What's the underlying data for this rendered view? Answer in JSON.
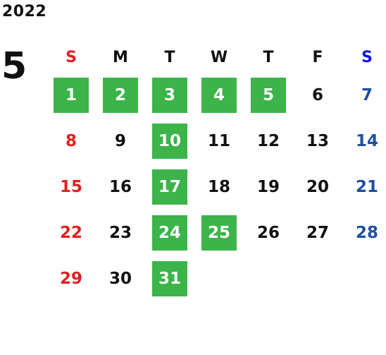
{
  "calendar": {
    "year": "2022",
    "month": "5",
    "highlight_color": "#3cb44a",
    "sunday_color": "#e02020",
    "saturday_color": "#1f4fa0",
    "weekdays": [
      "S",
      "M",
      "T",
      "W",
      "T",
      "F",
      "S"
    ],
    "weeks": [
      [
        "1",
        "2",
        "3",
        "4",
        "5",
        "6",
        "7"
      ],
      [
        "8",
        "9",
        "10",
        "11",
        "12",
        "13",
        "14"
      ],
      [
        "15",
        "16",
        "17",
        "18",
        "19",
        "20",
        "21"
      ],
      [
        "22",
        "23",
        "24",
        "25",
        "26",
        "27",
        "28"
      ],
      [
        "29",
        "30",
        "31",
        "",
        "",
        "",
        ""
      ]
    ],
    "highlighted_days": [
      "1",
      "2",
      "3",
      "4",
      "5",
      "10",
      "17",
      "24",
      "25",
      "31"
    ]
  }
}
